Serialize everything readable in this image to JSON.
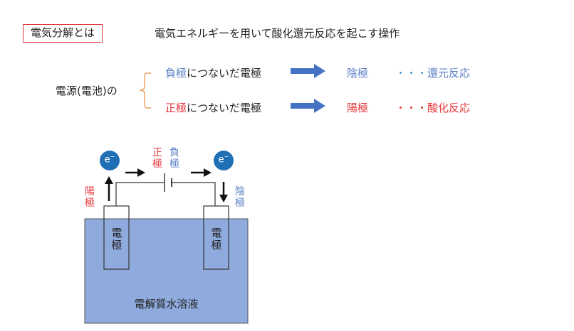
{
  "header": {
    "title": "電気分解とは",
    "definition": "電気エネルギーを用いて酸化還元反応を起こす操作"
  },
  "explanation": {
    "power_source": "電源(電池)の",
    "rows": [
      {
        "electrode_pre": "負極",
        "electrode_post": "につないだ電極",
        "result": "陰極",
        "dots": "・・・",
        "reaction": "還元反応"
      },
      {
        "electrode_pre": "正極",
        "electrode_post": "につないだ電極",
        "result": "陽極",
        "dots": "・・・",
        "reaction": "酸化反応"
      }
    ]
  },
  "diagram": {
    "electron_left": "e",
    "electron_right": "e",
    "electron_sup": "−",
    "positive_terminal": "正極",
    "negative_terminal": "負極",
    "anode": "陽極",
    "cathode": "陰極",
    "electrode_left": "電極",
    "electrode_right": "電極",
    "solution": "電解質水溶液"
  },
  "colors": {
    "red": "#e8383d",
    "blue": "#5b7fc5",
    "arrow_blue": "#4472c4",
    "solution_fill": "#8faadc",
    "electron_fill": "#1f6fb5"
  }
}
